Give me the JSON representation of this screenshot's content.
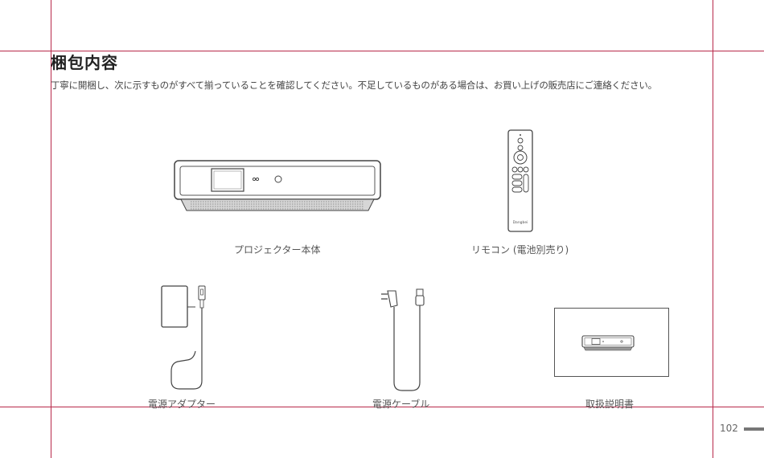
{
  "section_title": "梱包内容",
  "intro_text": "丁寧に開梱し、次に示すものがすべて揃っていることを確認してください。不足しているものがある場合は、お買い上げの販売店にご連絡ください。",
  "items": [
    {
      "label": "プロジェクター本体"
    },
    {
      "label": "リモコン (電池別売り)"
    },
    {
      "label": "電源アダプター"
    },
    {
      "label": "電源ケーブル"
    },
    {
      "label": "取扱説明書"
    }
  ],
  "remote_brand": "Dangbei",
  "page_number": "102",
  "colors": {
    "guide_lines": "#b8294a",
    "text": "#444444"
  }
}
